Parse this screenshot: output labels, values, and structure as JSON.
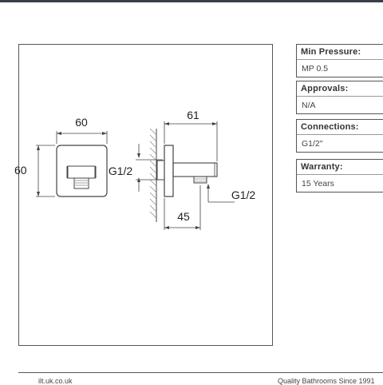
{
  "drawing": {
    "front_width": "60",
    "front_height": "60",
    "side_depth": "61",
    "side_offset": "45",
    "thread_inlet": "G1/2",
    "thread_outlet": "G1/2"
  },
  "specs": [
    {
      "label": "Min Pressure:",
      "value": "MP 0.5"
    },
    {
      "label": "Approvals:",
      "value": "N/A"
    },
    {
      "label": "Connections:",
      "value": "G1/2\""
    },
    {
      "label": "Warranty:",
      "value": "15 Years"
    }
  ],
  "footer": {
    "website": "ilt.uk.co.uk",
    "tagline": "Quality Bathrooms Since 1991"
  }
}
